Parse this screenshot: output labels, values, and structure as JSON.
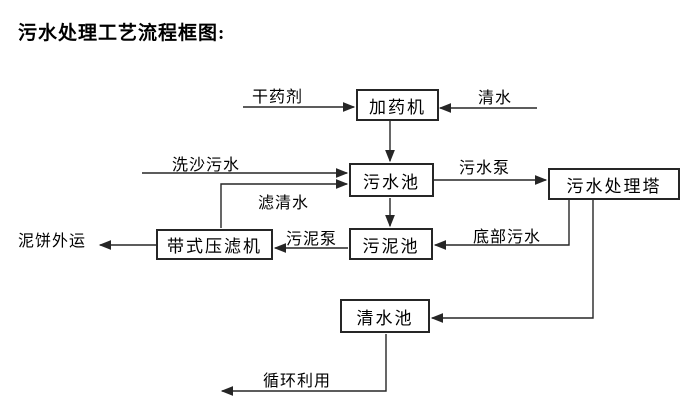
{
  "title": "污水处理工艺流程框图:",
  "diagram_type": "flowchart",
  "nodes": {
    "dosing_machine": {
      "label": "加药机"
    },
    "sewage_pool": {
      "label": "污水池"
    },
    "treatment_tower": {
      "label": "污水处理塔"
    },
    "sludge_pool": {
      "label": "污泥池"
    },
    "belt_filter_press": {
      "label": "带式压滤机"
    },
    "clean_water_pool": {
      "label": "清水池"
    }
  },
  "edge_labels": {
    "dry_chemical": "干药剂",
    "clean_water": "清水",
    "sand_washing_sewage": "洗沙污水",
    "filtered_water": "滤清水",
    "sewage_pump": "污水泵",
    "bottom_sewage": "底部污水",
    "sludge_pump": "污泥泵",
    "mud_cake_out": "泥饼外运",
    "recycle": "循环利用"
  },
  "colors": {
    "line": "#262626",
    "background": "#ffffff",
    "text": "#000000"
  }
}
